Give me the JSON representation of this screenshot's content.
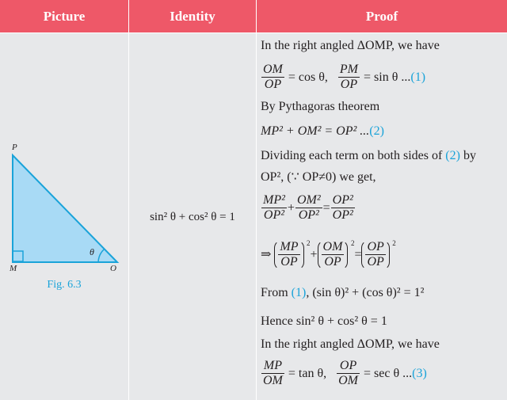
{
  "header": {
    "picture": "Picture",
    "identity": "Identity",
    "proof": "Proof"
  },
  "figure": {
    "caption": "Fig. 6.3",
    "label_p": "P",
    "label_m": "M",
    "label_o": "O",
    "label_theta": "θ",
    "fill_color": "#a8daf5",
    "stroke_color": "#1aa3d9"
  },
  "identity": {
    "text": "sin² θ + cos² θ = 1"
  },
  "proof": {
    "l1": "In the right angled ΔOMP, we have",
    "f1_num": "OM",
    "f1_den": "OP",
    "f1_rhs": "= cos θ,",
    "f2_num": "PM",
    "f2_den": "OP",
    "f2_rhs": "= sin θ ...",
    "ref1": "(1)",
    "l3": "By Pythagoras theorem",
    "l4": "MP² + OM² = OP²  ...",
    "ref2": "(2)",
    "l5a": "Dividing each term on both sides of ",
    "l5b": " by",
    "l6": "OP², (∵ OP≠0)  we get,",
    "l7_a_num": "MP²",
    "l7_a_den": "OP²",
    "l7_b_num": "OM²",
    "l7_b_den": "OP²",
    "l7_c_num": "OP²",
    "l7_c_den": "OP²",
    "l8_arrow": "⇒",
    "l8_a_num": "MP",
    "l8_a_den": "OP",
    "l8_b_num": "OM",
    "l8_b_den": "OP",
    "l8_c_num": "OP",
    "l8_c_den": "OP",
    "l9a": "From ",
    "l9b": ",  (sin θ)² + (cos θ)² = 1²",
    "l10": "Hence   sin² θ + cos² θ = 1",
    "l11": "In the right angled ΔOMP,  we have",
    "l12_a_num": "MP",
    "l12_a_den": "OM",
    "l12_a_rhs": "= tan θ,",
    "l12_b_num": "OP",
    "l12_b_den": "OM",
    "l12_b_rhs": "= sec θ  ...",
    "ref3": "(3)"
  }
}
